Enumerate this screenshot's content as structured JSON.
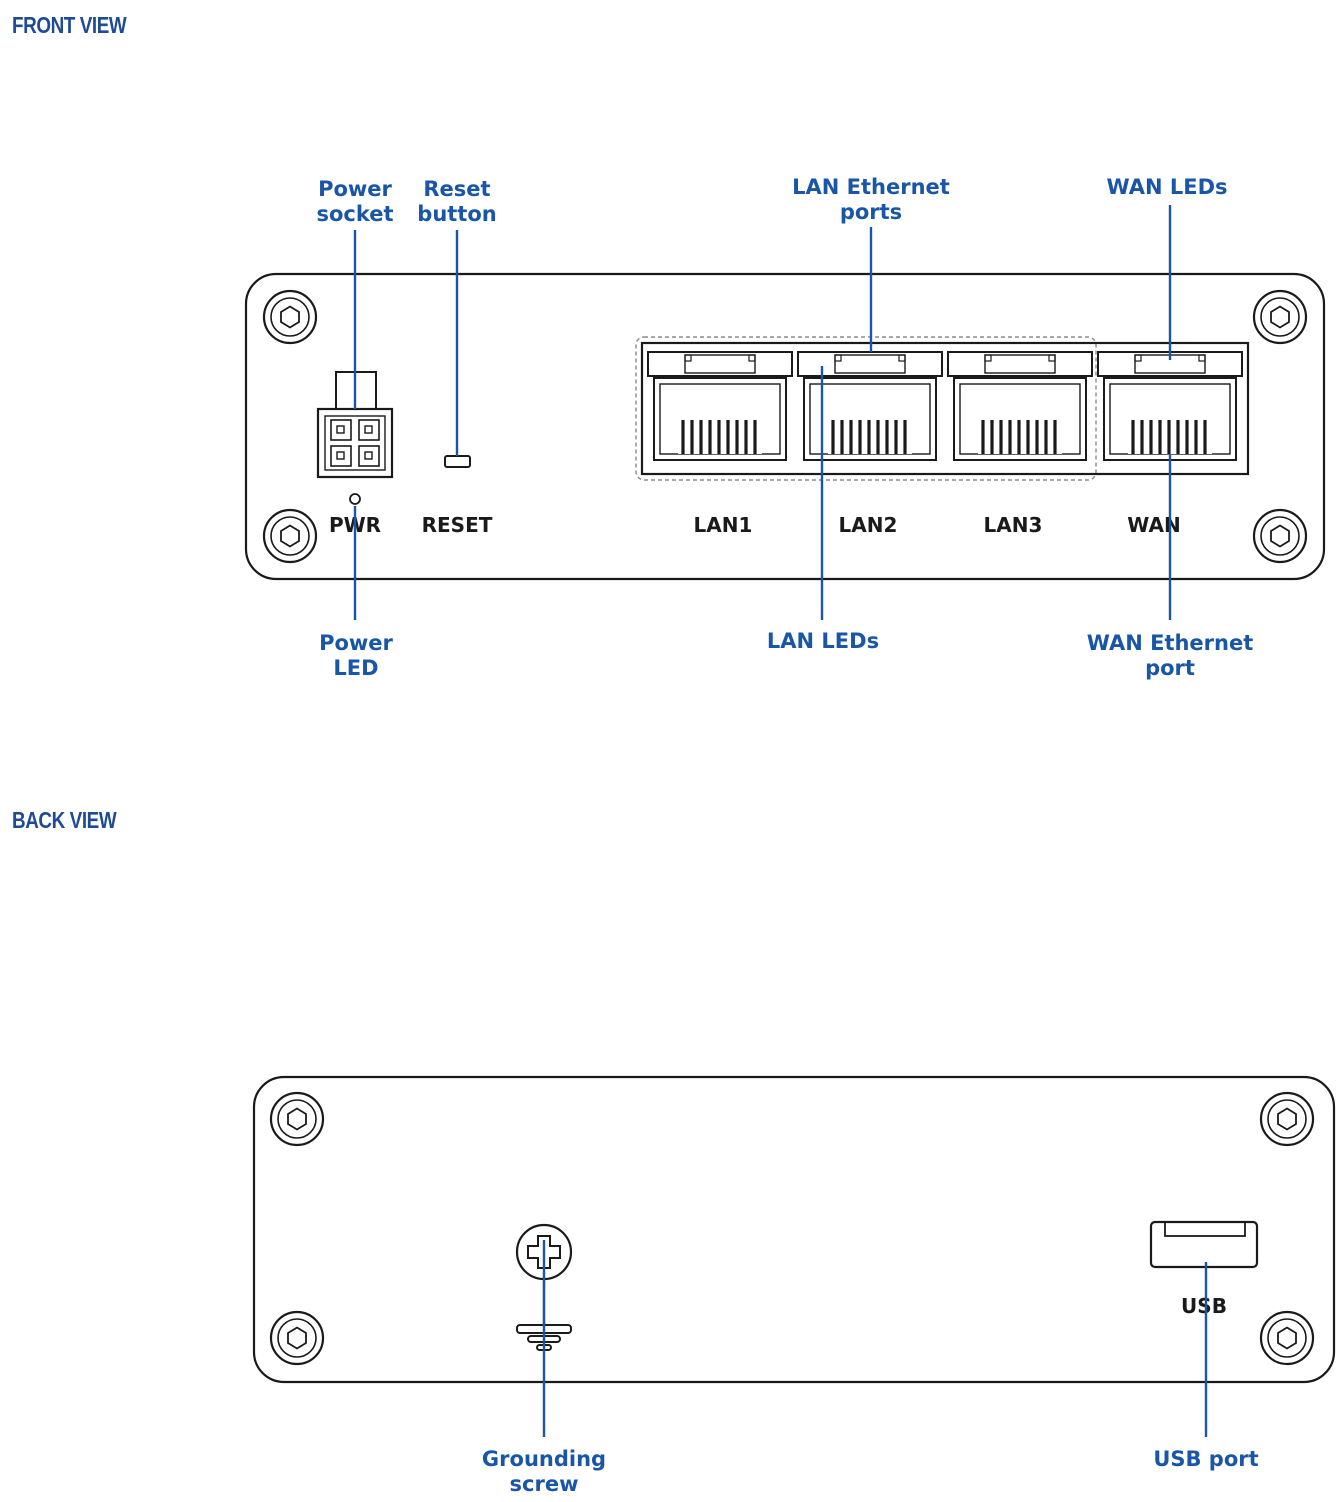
{
  "front": {
    "title": "FRONT VIEW",
    "callouts": {
      "power_socket": [
        "Power",
        "socket"
      ],
      "reset_button": [
        "Reset",
        "button"
      ],
      "lan_ethernet_ports": [
        "LAN Ethernet",
        "ports"
      ],
      "wan_leds": [
        "WAN LEDs"
      ],
      "power_led": [
        "Power",
        "LED"
      ],
      "lan_leds": [
        "LAN LEDs"
      ],
      "wan_ethernet_port": [
        "WAN Ethernet",
        "port"
      ]
    },
    "port_labels": {
      "pwr": "PWR",
      "reset": "RESET",
      "lan1": "LAN1",
      "lan2": "LAN2",
      "lan3": "LAN3",
      "wan": "WAN"
    }
  },
  "back": {
    "title": "BACK VIEW",
    "callouts": {
      "grounding_screw": [
        "Grounding",
        "screw"
      ],
      "usb_port": [
        "USB port"
      ]
    },
    "port_labels": {
      "usb": "USB"
    }
  },
  "colors": {
    "accent_blue": "#1a56a8",
    "title_blue": "#1e4b94",
    "ink": "#1a1a1a"
  }
}
